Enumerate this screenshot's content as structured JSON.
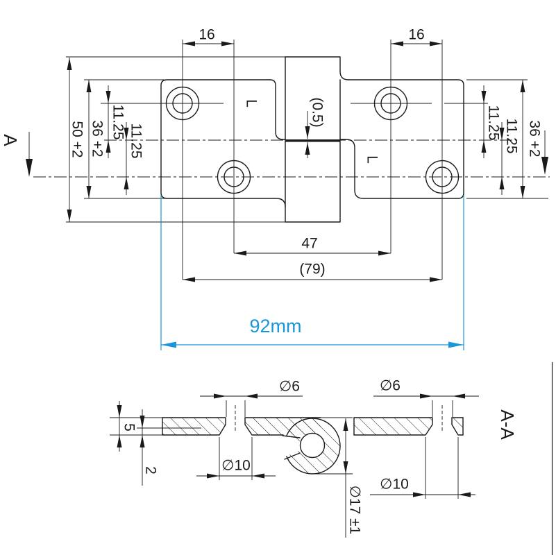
{
  "drawing": {
    "top_view": {
      "section_arrow_label": "A",
      "leaf_mark_left": "L",
      "leaf_mark_right": "L",
      "dims": {
        "hole_pair_spacing_left": "16",
        "hole_pair_spacing_right": "16",
        "knuckle_length": "50 +2",
        "leaf_width_left": "36 +2",
        "leaf_width_right": "36 +2",
        "hole_offset_upper_left": "11.25",
        "hole_offset_lower_left": "11.25",
        "hole_offset_upper_right": "11.25",
        "hole_offset_lower_right": "11.25",
        "knuckle_gap": "(0.5)",
        "inner_hole_span": "47",
        "outer_hole_span": "(79)",
        "overall_length": "92mm"
      }
    },
    "section_view": {
      "title": "A-A",
      "dims": {
        "countersink_small_left": "∅6",
        "countersink_small_right": "∅6",
        "countersink_large_left": "∅10",
        "countersink_large_right": "∅10",
        "plate_thickness": "5",
        "step_height": "2",
        "knuckle_diameter": "∅17 ±1"
      }
    },
    "colors": {
      "line": "#1a1a1a",
      "highlight_blue": "#1b95d9"
    }
  }
}
